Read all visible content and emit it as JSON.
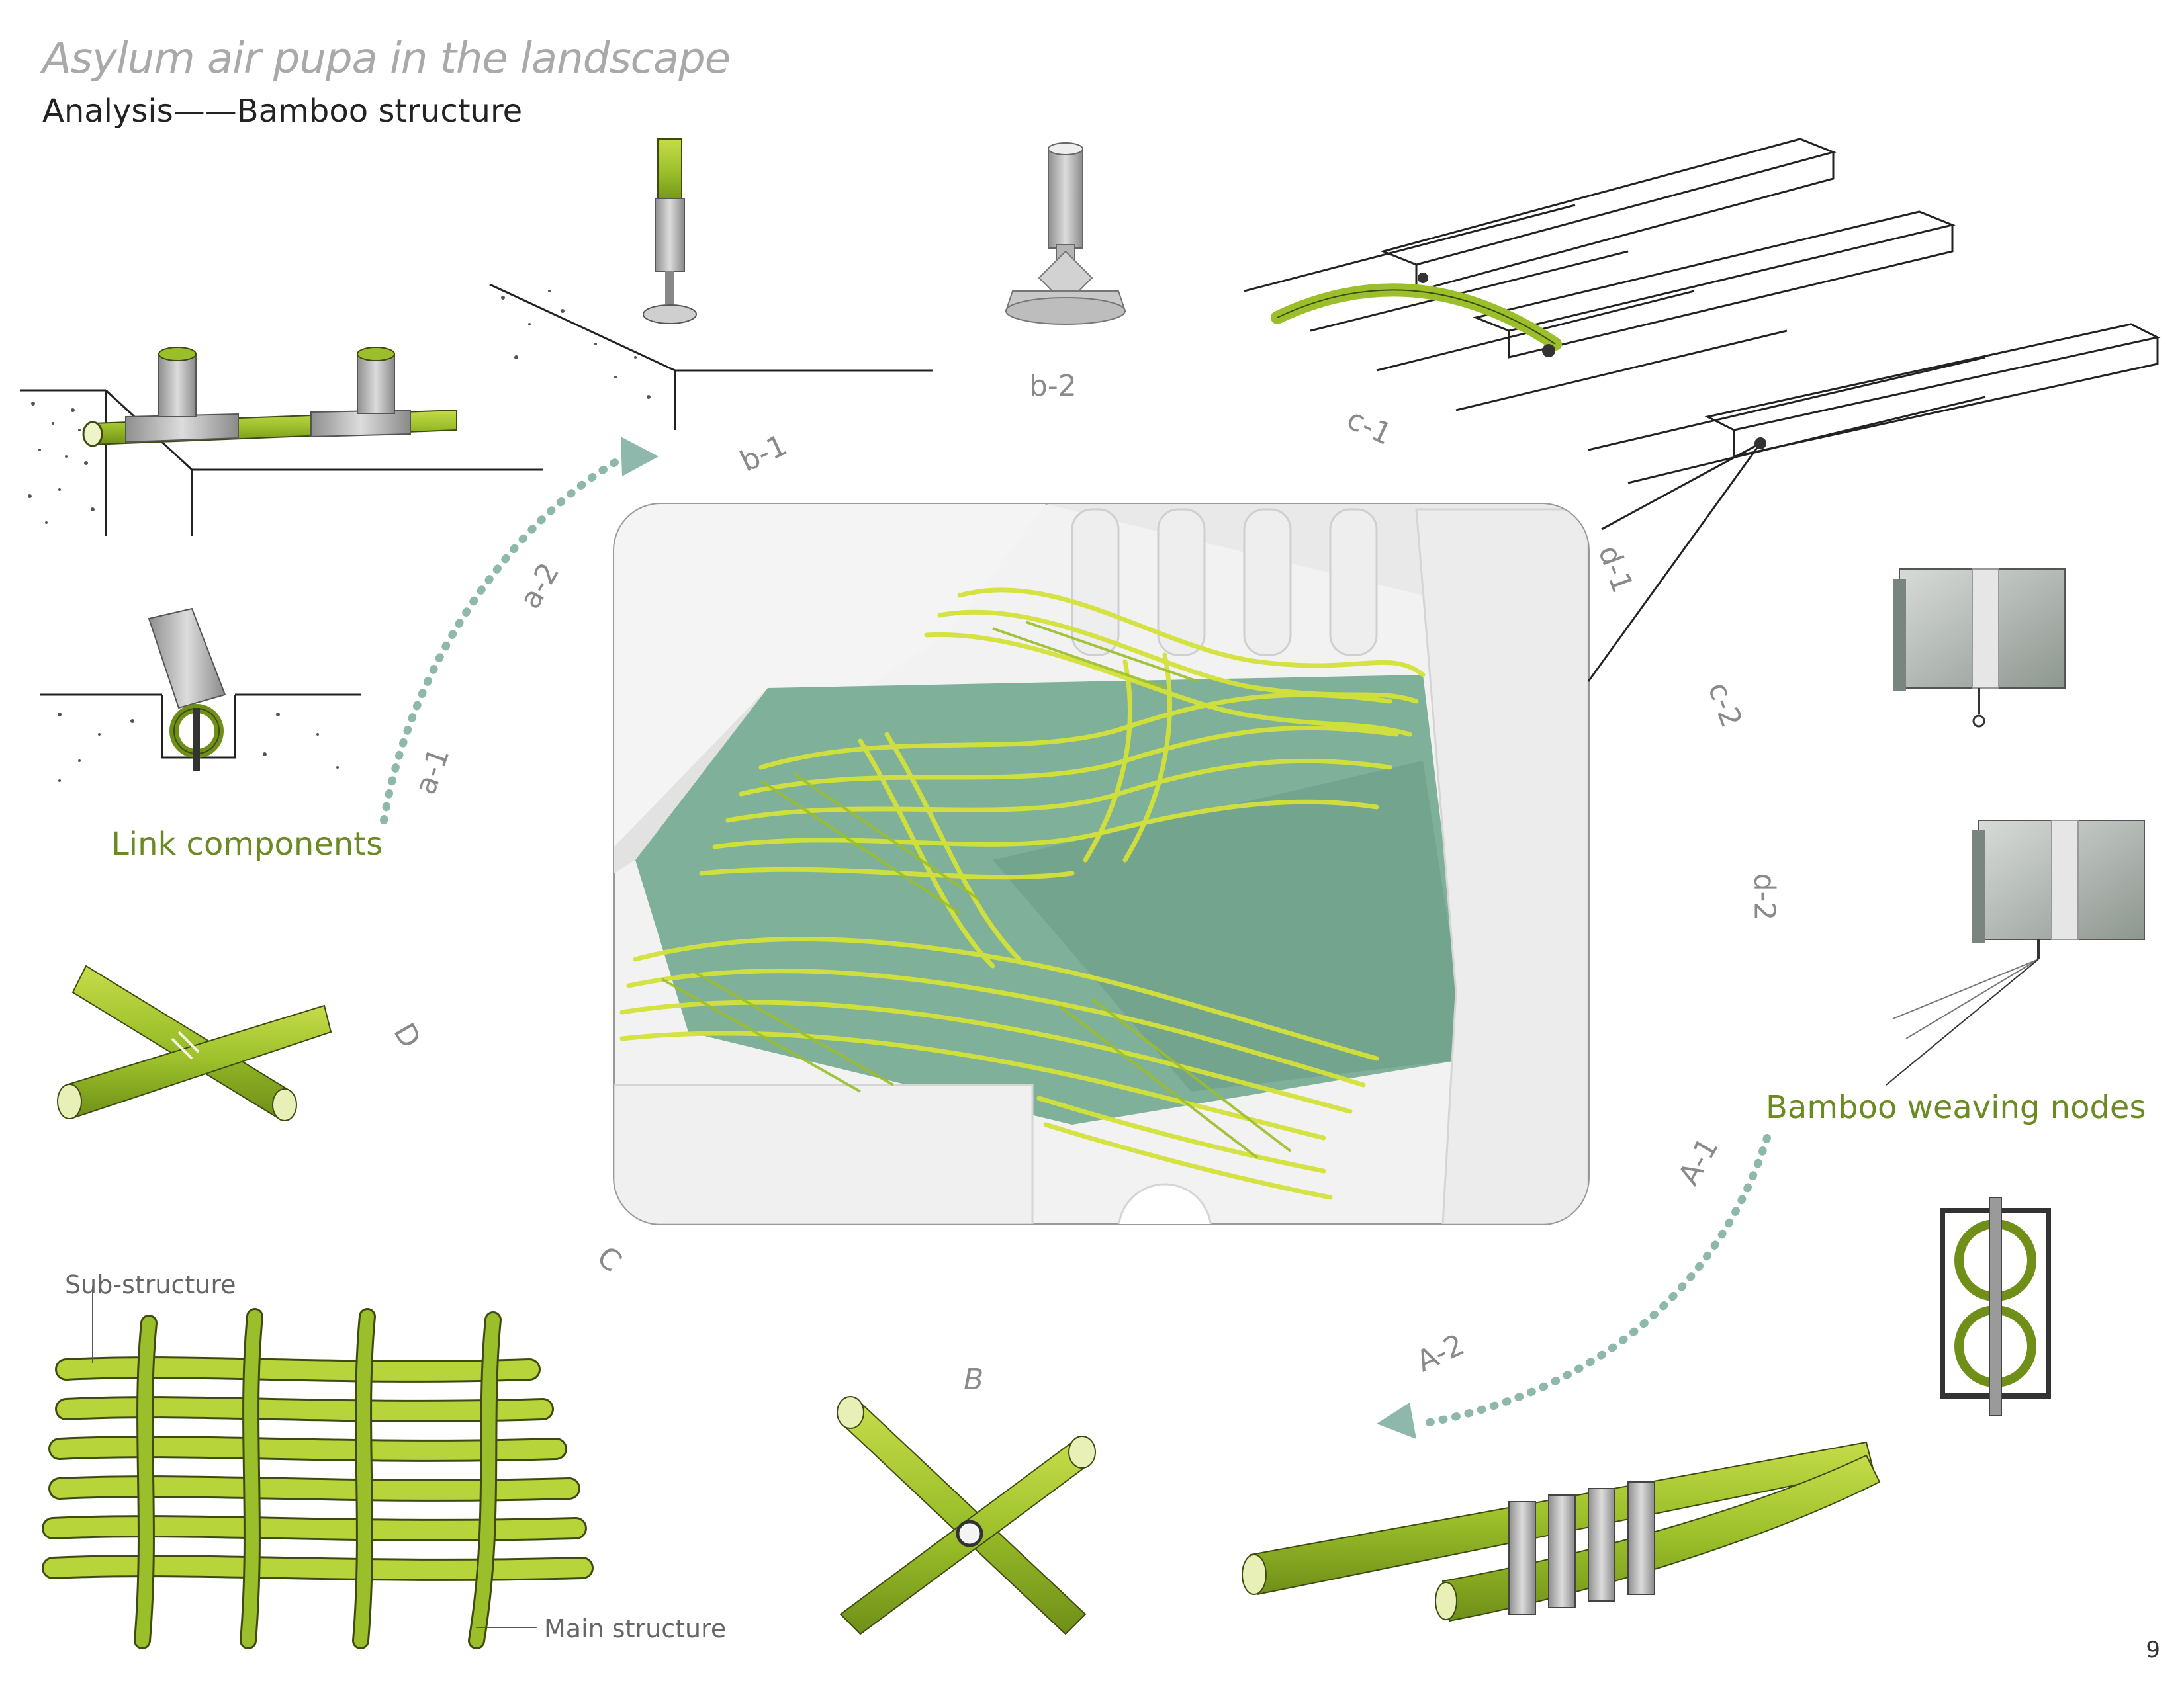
{
  "header": {
    "title": "Asylum air pupa in the landscape",
    "subtitle": "Analysis——Bamboo structure"
  },
  "labels": {
    "a1": "a-1",
    "a2": "a-2",
    "b1": "b-1",
    "b2": "b-2",
    "c1": "c-1",
    "c2": "c-2",
    "d1": "d-1",
    "d2": "d-2",
    "A1": "A-1",
    "A2": "A-2",
    "B": "B",
    "C": "C",
    "D": "D"
  },
  "groups": {
    "link_components": "Link components",
    "bamboo_weaving_nodes": "Bamboo weaving nodes"
  },
  "annotations": {
    "sub_structure": "Sub-structure",
    "main_structure": "Main structure"
  },
  "page_number": "9",
  "colors": {
    "bamboo": "#9bbf2a",
    "bamboo_light": "#c9e04a",
    "bamboo_dark": "#5c7a14",
    "water": "#7fb09a",
    "arrow": "#8fb8ad",
    "metal": "#b9b9b9",
    "frame": "#777777"
  }
}
